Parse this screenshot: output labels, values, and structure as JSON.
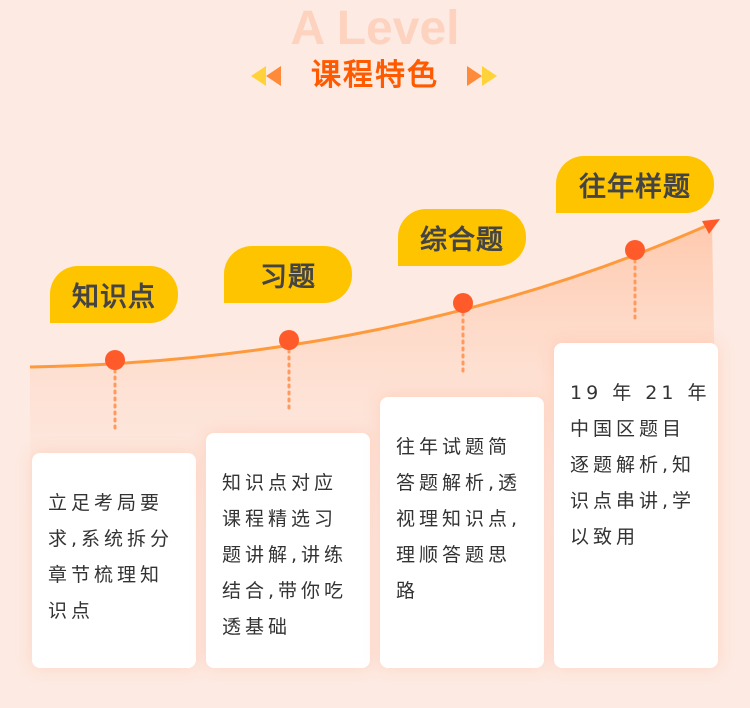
{
  "header": {
    "watermark": "A Level",
    "title": "课程特色"
  },
  "stages": [
    {
      "tag": "知识点",
      "lines": [
        "立足考局要",
        "求,系统拆分",
        "章节梳理知",
        "识点"
      ]
    },
    {
      "tag": "习题",
      "lines": [
        "知识点对应",
        "课程精选习",
        "题讲解,讲练",
        "结合,带你吃",
        "透基础"
      ]
    },
    {
      "tag": "综合题",
      "lines": [
        "往年试题简",
        "答题解析,透",
        "视理知识点,",
        "理顺答题思",
        "路"
      ]
    },
    {
      "tag": "往年样题",
      "lines": [
        "19 年 21 年",
        "中国区题目",
        "逐题解析,知",
        "识点串讲,学",
        "以致用"
      ]
    }
  ],
  "colors": {
    "accent": "#ff5a00",
    "tag": "#ffc400",
    "curve": "#ff9a3c",
    "dot": "#ff5a2a"
  }
}
